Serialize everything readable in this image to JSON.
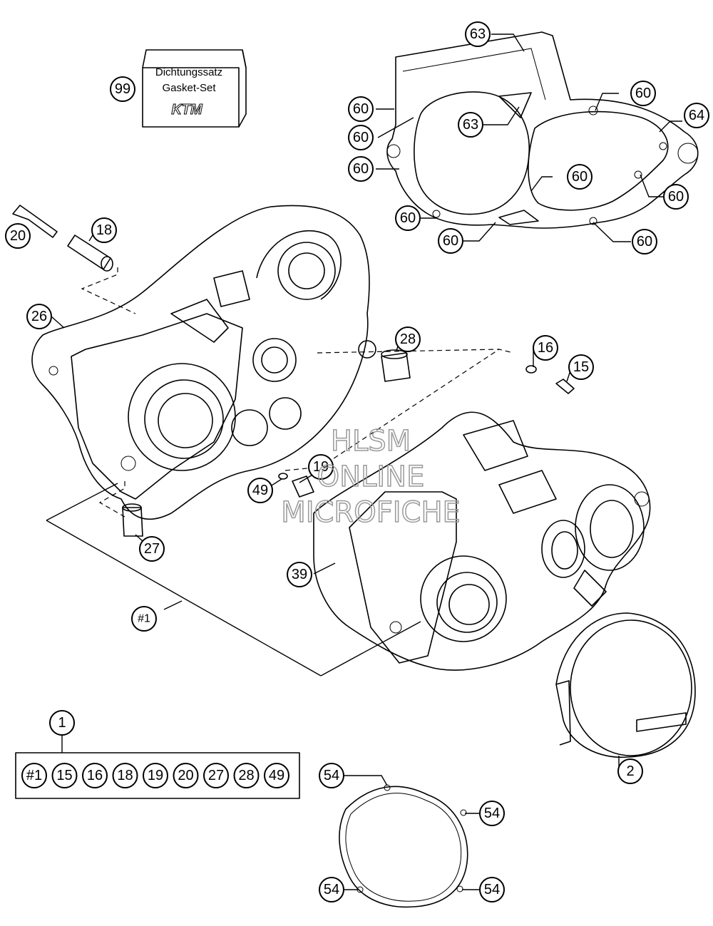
{
  "gasket_set_box": {
    "line1": "Dichtungssatz",
    "line2": "Gasket-Set",
    "logo": "KTM",
    "callout": "99"
  },
  "callouts": {
    "c63a": "63",
    "c60a": "60",
    "c60b": "60",
    "c60c": "60",
    "c63b": "63",
    "c60d": "60",
    "c64": "64",
    "c60e": "60",
    "c60f": "60",
    "c60g": "60",
    "c60h": "60",
    "c60i": "60",
    "c20": "20",
    "c18": "18",
    "c26": "26",
    "c28": "28",
    "c16": "16",
    "c15": "15",
    "c19": "19",
    "c49": "49",
    "c27": "27",
    "c39": "39",
    "c1ref": "#1",
    "c1": "1",
    "c2": "2",
    "c54a": "54",
    "c54b": "54",
    "c54c": "54",
    "c54d": "54"
  },
  "kit_list": [
    "#1",
    "15",
    "16",
    "18",
    "19",
    "20",
    "27",
    "28",
    "49"
  ],
  "watermark": {
    "line1": "HLSM",
    "line2": "ONLINE",
    "line3": "MICROFICHE"
  }
}
